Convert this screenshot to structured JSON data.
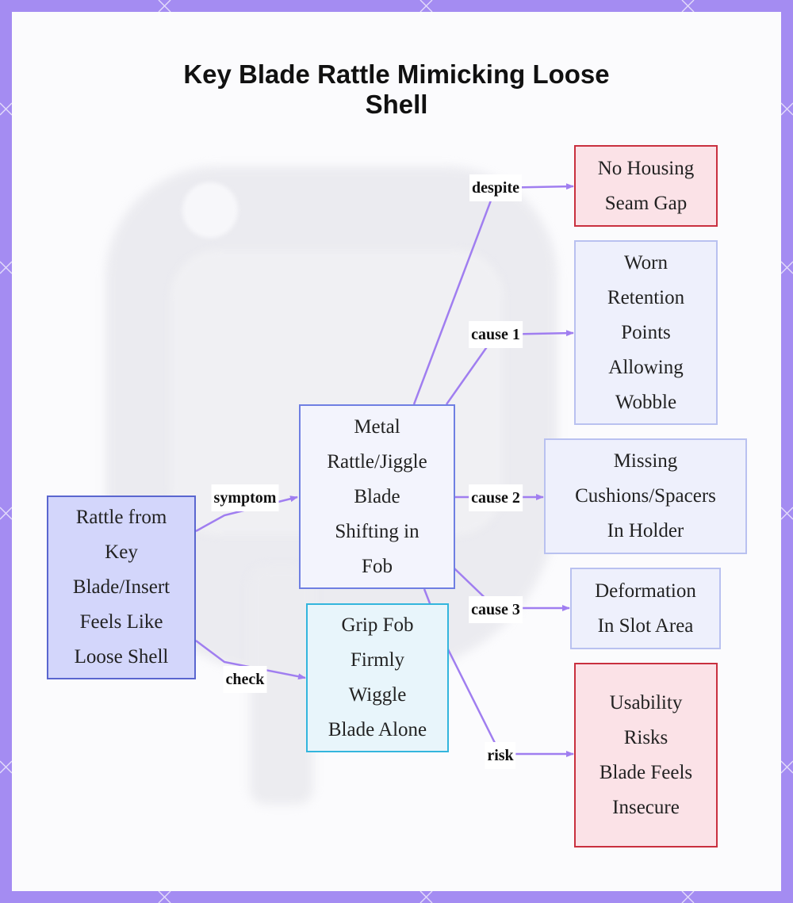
{
  "title": [
    "Key Blade Rattle Mimicking Loose",
    "Shell"
  ],
  "colors": {
    "frame": "#a48cf2",
    "edge": "#a07ef0",
    "purple_fill": "#d3d6fb",
    "red_border": "#c9303f",
    "cyan_border": "#33b5dd"
  },
  "nodes": {
    "root": [
      "Rattle from",
      "Key",
      "Blade/Insert",
      "Feels Like",
      "Loose Shell"
    ],
    "metal": [
      "Metal",
      "Rattle/Jiggle",
      "Blade",
      "Shifting in",
      "Fob"
    ],
    "grip": [
      "Grip Fob",
      "Firmly",
      "Wiggle",
      "Blade Alone"
    ],
    "housing": [
      "No Housing",
      "Seam Gap"
    ],
    "worn": [
      "Worn",
      "Retention",
      "Points",
      "Allowing",
      "Wobble"
    ],
    "missing": [
      "Missing",
      "Cushions/Spacers",
      "In Holder"
    ],
    "deform": [
      "Deformation",
      "In Slot Area"
    ],
    "usability": [
      "Usability",
      "Risks",
      "Blade Feels",
      "Insecure"
    ]
  },
  "edge_labels": {
    "symptom": "symptom",
    "check": "check",
    "despite": "despite",
    "cause1": "cause 1",
    "cause2": "cause 2",
    "cause3": "cause 3",
    "risk": "risk"
  }
}
